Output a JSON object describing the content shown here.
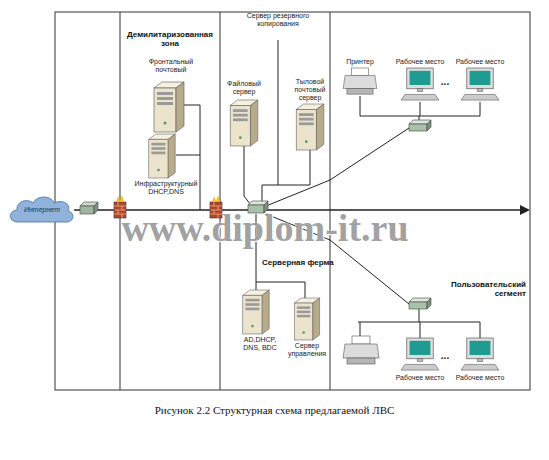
{
  "diagram": {
    "caption": "Рисунок 2.2 Структурная схема предлагаемой ЛВС",
    "nodes": [
      {
        "text": [
          "Интернет"
        ]
      },
      {
        "text": [
          "Фронтальный почтовый"
        ]
      },
      {
        "text": [
          "Инфраструктурный DHCP,DNS"
        ]
      },
      {
        "text": [
          "Сервер резервного копирования"
        ]
      },
      {
        "text": [
          "Файловый сервер"
        ]
      },
      {
        "text": [
          "Тыловой почтовый сервер"
        ]
      },
      {
        "text": [
          "Принтер"
        ]
      },
      {
        "text": [
          "Рабочее место"
        ]
      },
      {
        "text": [
          "Рабочее место"
        ]
      },
      {
        "text": [
          "AD,DHCP, DNS, BDC"
        ]
      },
      {
        "text": [
          "Сервер управления"
        ]
      },
      {
        "text": [
          "Рабочее место"
        ]
      },
      {
        "text": [
          "Рабочее место"
        ]
      }
    ],
    "labels": [
      "Демилитаризованная зона",
      "Серверная ферма",
      "Пользовательский сегмент",
      "...",
      "...",
      "www.diplom-it.ru"
    ]
  }
}
